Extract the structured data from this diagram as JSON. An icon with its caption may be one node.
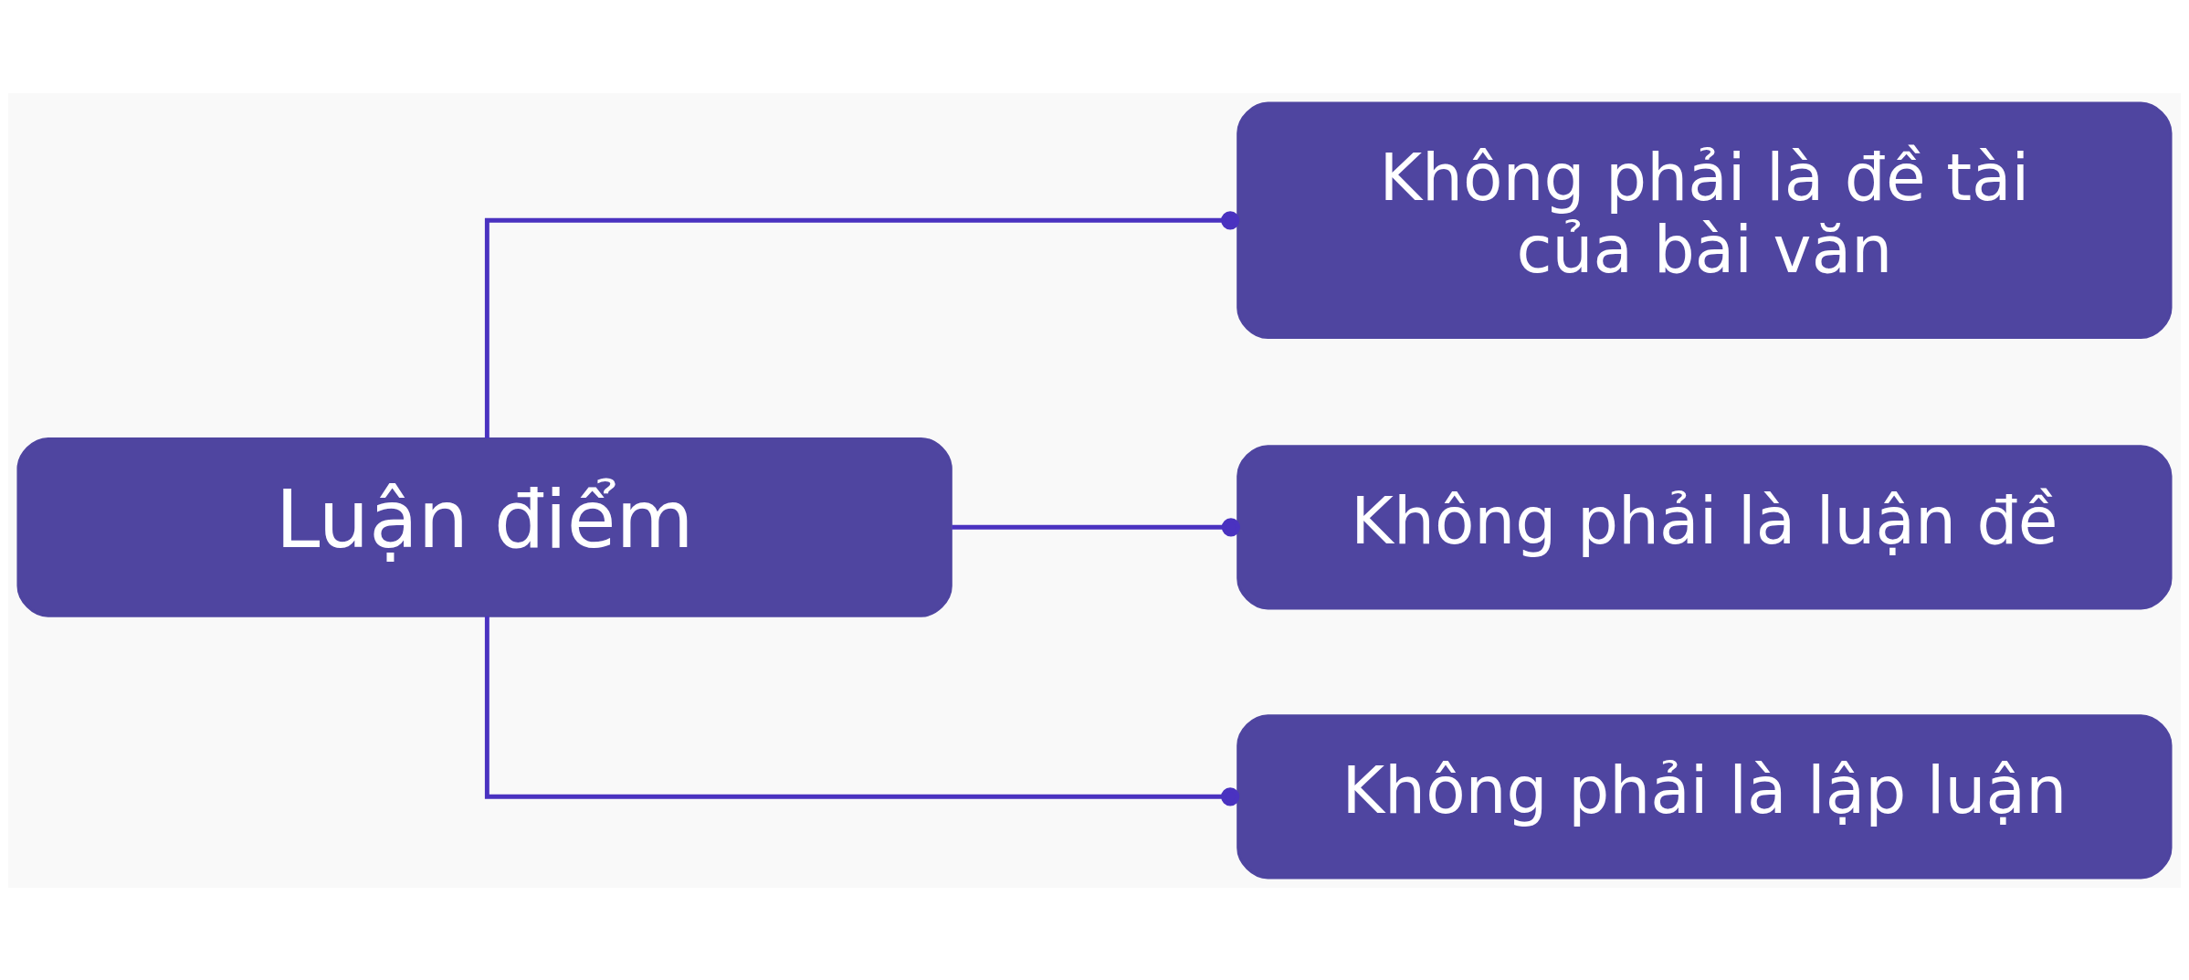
{
  "diagram": {
    "nodes": [
      {
        "text": [
          "Luận điểm"
        ]
      },
      {
        "text": [
          "Không phải là đề tài của bài văn"
        ]
      },
      {
        "text": [
          "Không phải là luận đề"
        ]
      },
      {
        "text": [
          "Không phải là lập luận"
        ]
      }
    ],
    "edges": [
      {
        "from": 0,
        "to": 1,
        "arrow": "other"
      },
      {
        "from": 0,
        "to": 2,
        "arrow": "other"
      },
      {
        "from": 0,
        "to": 3,
        "arrow": "other"
      }
    ]
  }
}
